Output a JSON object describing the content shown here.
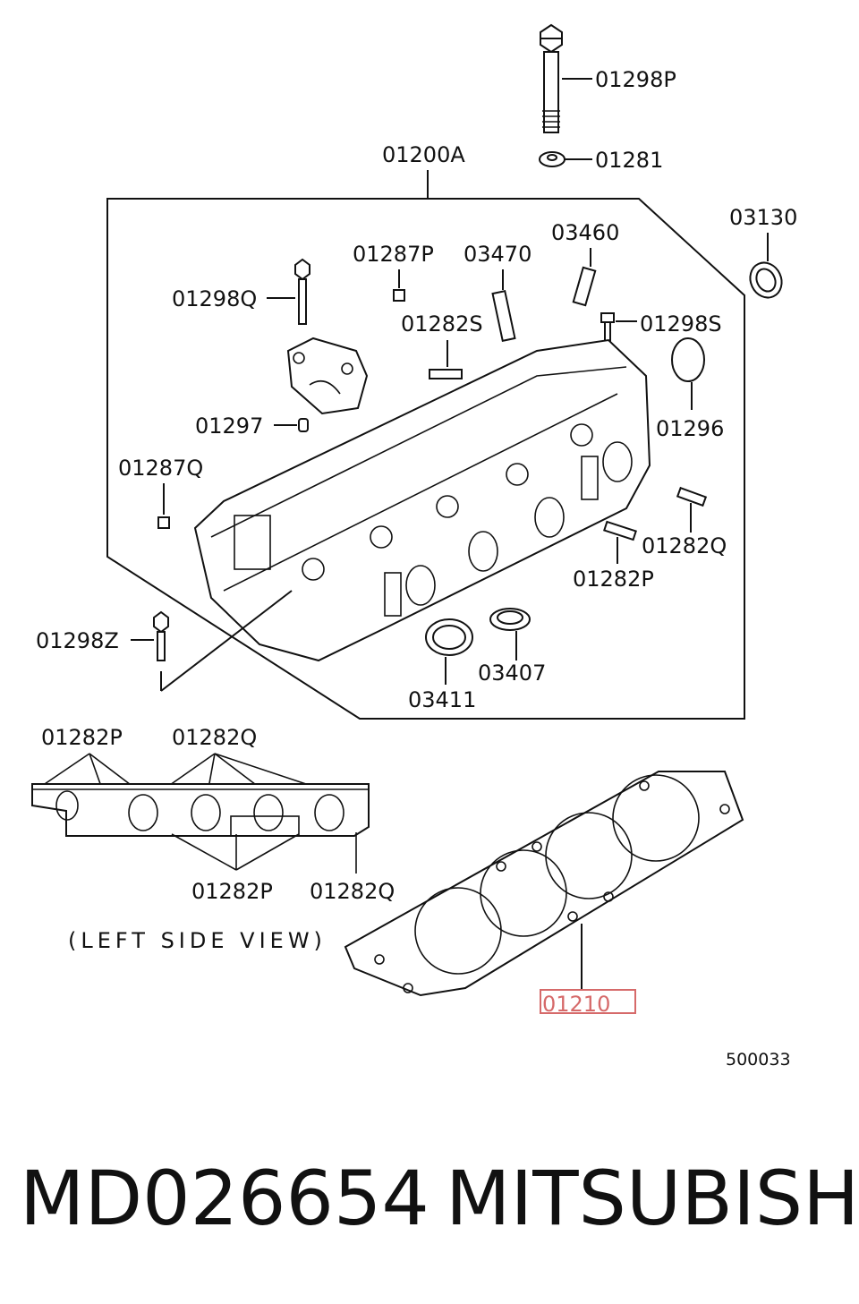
{
  "callouts": {
    "bolt_top": "01298P",
    "washer": "01281",
    "head_assembly": "01200A",
    "seal_right": "03130",
    "plug_top": "01287P",
    "guide_a": "03470",
    "guide_b": "03460",
    "bolt_cap": "01298Q",
    "stud_a": "01282S",
    "bolt_small": "01298S",
    "pin": "01297",
    "plug_round": "01296",
    "plug_left": "01287Q",
    "stud_q": "01282Q",
    "stud_p": "01282P",
    "bolt_z": "01298Z",
    "seal_b": "03407",
    "seal_a": "03411",
    "side_p_top": "01282P",
    "side_q_top": "01282Q",
    "side_p_bottom": "01282P",
    "side_q_bottom": "01282Q",
    "gasket": "01210"
  },
  "side_view_caption": "(LEFT SIDE VIEW)",
  "diagram_ref": "500033",
  "footer": {
    "part_number": "MD026654",
    "brand": "MITSUBISHI"
  },
  "colors": {
    "line": "#111111",
    "highlight": "#d66a6a"
  }
}
